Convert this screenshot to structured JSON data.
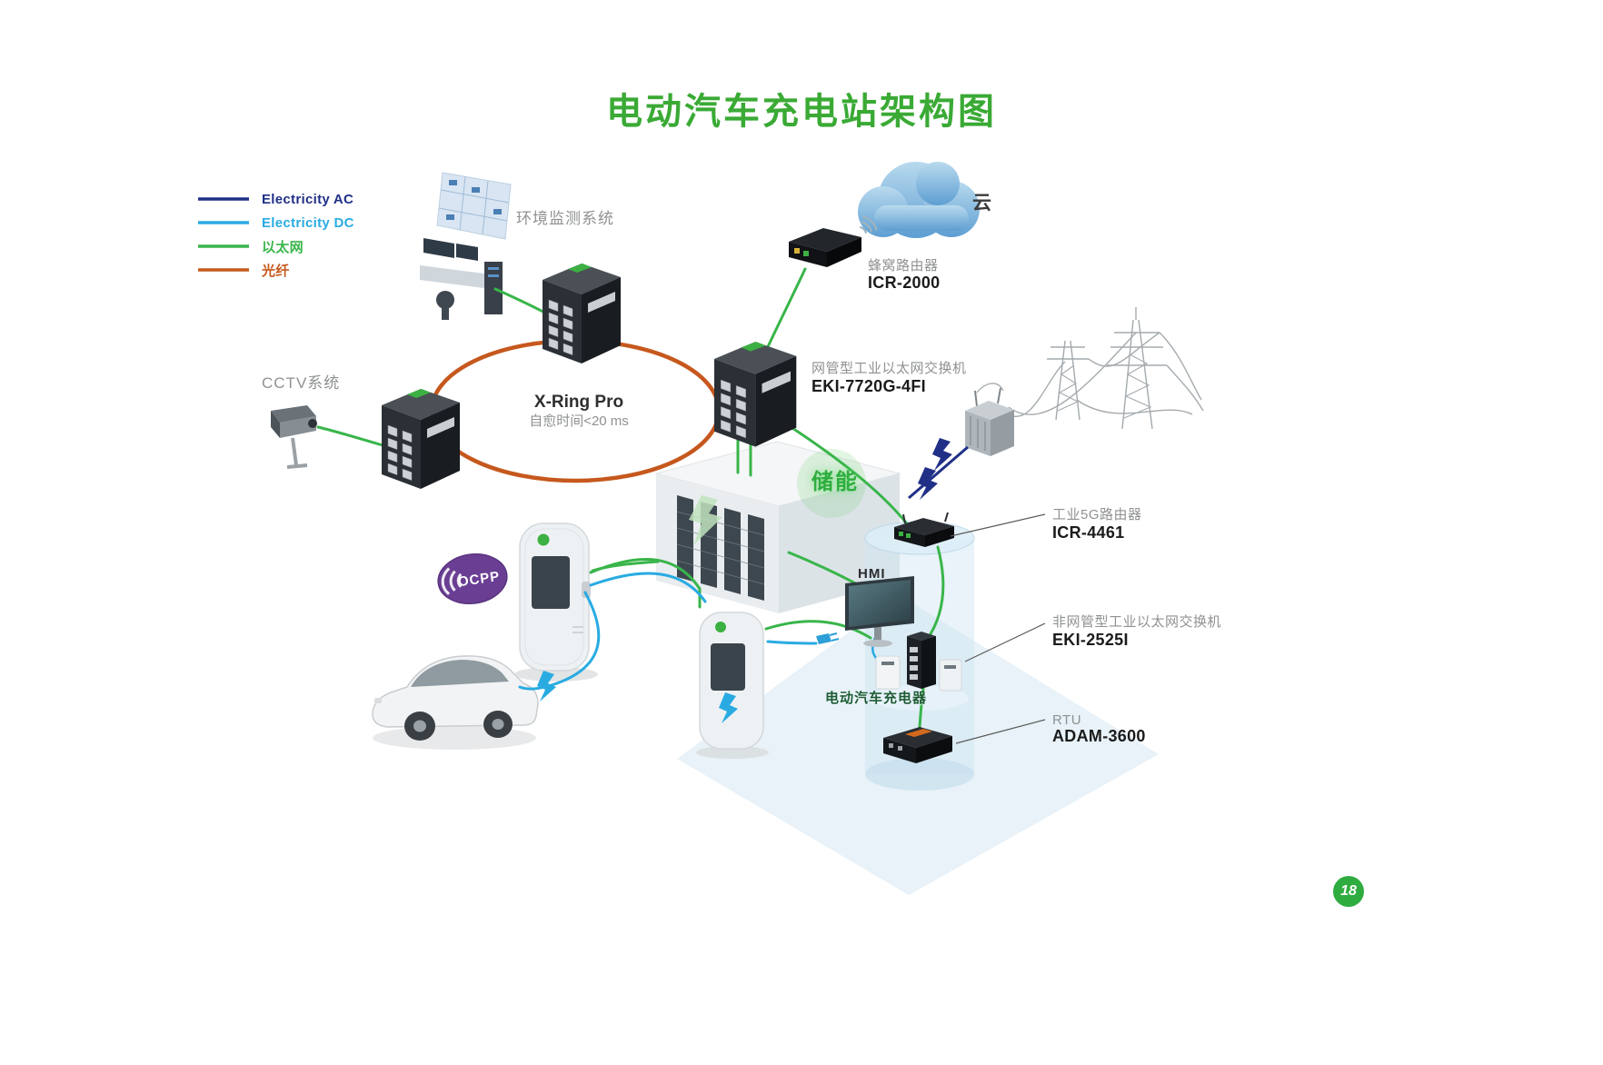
{
  "page": {
    "title": "电动汽车充电站架构图",
    "page_number": "18",
    "accent_green": "#3aaa35"
  },
  "legend": {
    "items": [
      {
        "label": "Electricity AC",
        "color": "#203087"
      },
      {
        "label": "Electricity DC",
        "color": "#29abe2"
      },
      {
        "label": "以太网",
        "color": "#39b54a"
      },
      {
        "label": "光纤",
        "color": "#c6581d"
      }
    ]
  },
  "nodes": {
    "monitoring": {
      "label": "环境监测系统"
    },
    "cloud": {
      "label": "云"
    },
    "cellular_router": {
      "name": "蜂窝路由器",
      "model": "ICR-2000"
    },
    "cctv": {
      "label": "CCTV系统"
    },
    "xring": {
      "title": "X-Ring Pro",
      "subtitle": "自愈时间<20 ms"
    },
    "managed_switch": {
      "name": "网管型工业以太网交换机",
      "model": "EKI-7720G-4FI"
    },
    "storage": {
      "label": "储能"
    },
    "ocpp": {
      "label": "OCPP"
    },
    "hmi": {
      "label": "HMI"
    },
    "router_5g": {
      "name": "工业5G路由器",
      "model": "ICR-4461"
    },
    "unmanaged_switch": {
      "name": "非网管型工业以太网交换机",
      "model": "EKI-2525I"
    },
    "rtu": {
      "name": "RTU",
      "model": "ADAM-3600"
    },
    "ev_charger": {
      "label": "电动汽车充电器"
    }
  }
}
